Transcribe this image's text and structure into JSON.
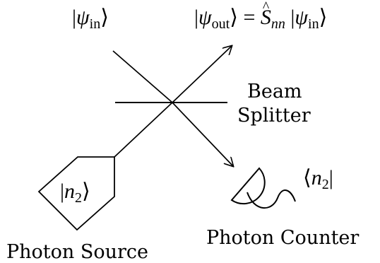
{
  "labels": {
    "psi_in": {
      "open": "|",
      "symbol": "ψ",
      "sub": "in",
      "close": "⟩"
    },
    "psi_out": {
      "open": "|",
      "symbol": "ψ",
      "sub": "out",
      "close": "⟩",
      "equals": "=",
      "op": "S",
      "op_sub": "nn",
      "rhs_open": "|",
      "rhs_symbol": "ψ",
      "rhs_sub": "in",
      "rhs_close": "⟩"
    },
    "beam": "Beam",
    "splitter": "Splitter",
    "source_state": {
      "open": "|",
      "symbol": "n",
      "sub": "2",
      "close": "⟩"
    },
    "counter_state": {
      "open": "⟨",
      "symbol": "n",
      "sub": "2",
      "close": "|"
    },
    "photon_counter": "Photon Counter",
    "photon_source": "Photon Source"
  },
  "colors": {
    "stroke": "#000000",
    "background": "#ffffff"
  }
}
